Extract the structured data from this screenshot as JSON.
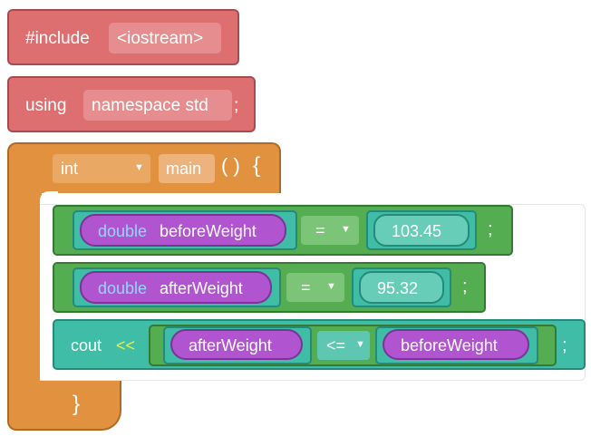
{
  "include_block": {
    "keyword": "#include",
    "header": "<iostream>"
  },
  "using_block": {
    "keyword": "using",
    "namespace": "namespace std",
    "semicolon": ";"
  },
  "main_block": {
    "return_type": "int",
    "name": "main",
    "parens": "( )",
    "open_brace": "{",
    "close_brace": "}"
  },
  "stmt1": {
    "type": "double",
    "name": "beforeWeight",
    "op": "=",
    "value": "103.45",
    "semicolon": ";"
  },
  "stmt2": {
    "type": "double",
    "name": "afterWeight",
    "op": "=",
    "value": "95.32",
    "semicolon": ";"
  },
  "stmt3": {
    "cout": "cout",
    "stream_op": "<<",
    "left": "afterWeight",
    "compare_op": "<=",
    "right": "beforeWeight",
    "semicolon": ";"
  },
  "colors": {
    "preprocessor": "#de6f71",
    "function": "#e2913f",
    "declaration": "#55ad51",
    "expression": "#3fbda6",
    "variable": "#b054d0",
    "type_keyword": "#8ed8ff",
    "stream_op": "#e9f04a"
  }
}
